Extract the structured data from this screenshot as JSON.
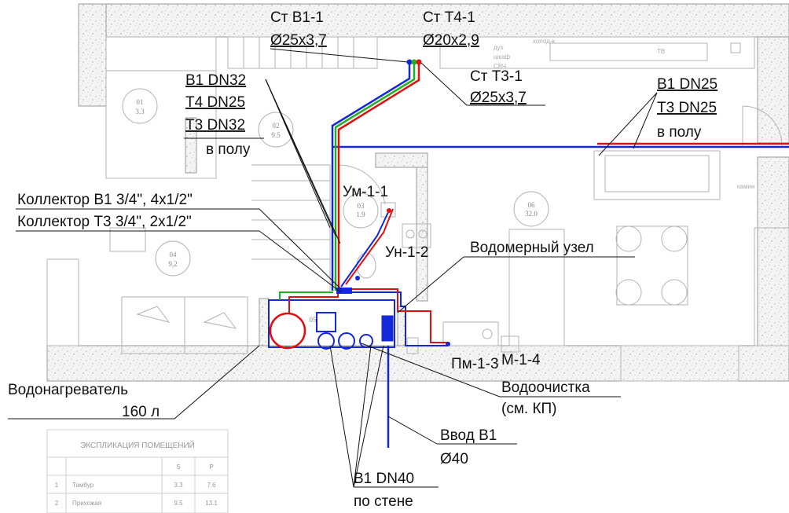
{
  "labels": {
    "st_b1": "Ст В1-1",
    "st_b1_d": "Ø25х3,7",
    "st_t4": "Ст Т4-1",
    "st_t4_d": "Ø20х2,9",
    "st_t3": "Ст Т3-1",
    "st_t3_d": "Ø25х3,7",
    "risers_1": "В1 DN32",
    "risers_2": "Т4 DN25",
    "risers_3": "Т3 DN32",
    "risers_4": "в полу",
    "main_1": "В1 DN25",
    "main_2": "Т3 DN25",
    "main_3": "в полу",
    "coll_b1": "Коллектор В1 3/4\", 4х1/2\"",
    "coll_t3": "Коллектор Т3 3/4\", 2х1/2\"",
    "um": "Ум-1-1",
    "un": "Ун-1-2",
    "water_meter": "Водомерный узел",
    "pm": "Пм-1-3",
    "m": "М-1-4",
    "purif_1": "Водоочистка",
    "purif_2": "(см. КП)",
    "heater_1": "Водонагреватель",
    "heater_2": "160 л",
    "inlet_1": "Ввод В1",
    "inlet_2": "Ø40",
    "wall_pipe_1": "В1 DN40",
    "wall_pipe_2": "по  стене"
  },
  "rooms": [
    {
      "num": "01",
      "area": "3.3"
    },
    {
      "num": "02",
      "area": "9.5"
    },
    {
      "num": "03",
      "area": "1.9"
    },
    {
      "num": "04",
      "area": "9,2"
    },
    {
      "num": "05",
      "area": ""
    },
    {
      "num": "06",
      "area": "32.0"
    }
  ],
  "faint_text": {
    "shkaf": "шкаф",
    "svch": "СВЧ",
    "dukh": "дух",
    "holod": "холод-к",
    "tv": "ТВ",
    "kamin": "камин"
  },
  "explication": {
    "title": "ЭКСПЛИКАЦИЯ ПОМЕЩЕНИЙ",
    "col_s": "S",
    "col_p": "P",
    "rows": [
      {
        "n": "1",
        "name": "Тамбур",
        "s": "3.3",
        "p": "7.6"
      },
      {
        "n": "2",
        "name": "Прихожая",
        "s": "9.5",
        "p": "13.1"
      }
    ]
  },
  "colors": {
    "cold_water": "#1428d8",
    "hot_water": "#e01010",
    "circulation": "#20b020",
    "text": "#111111"
  }
}
